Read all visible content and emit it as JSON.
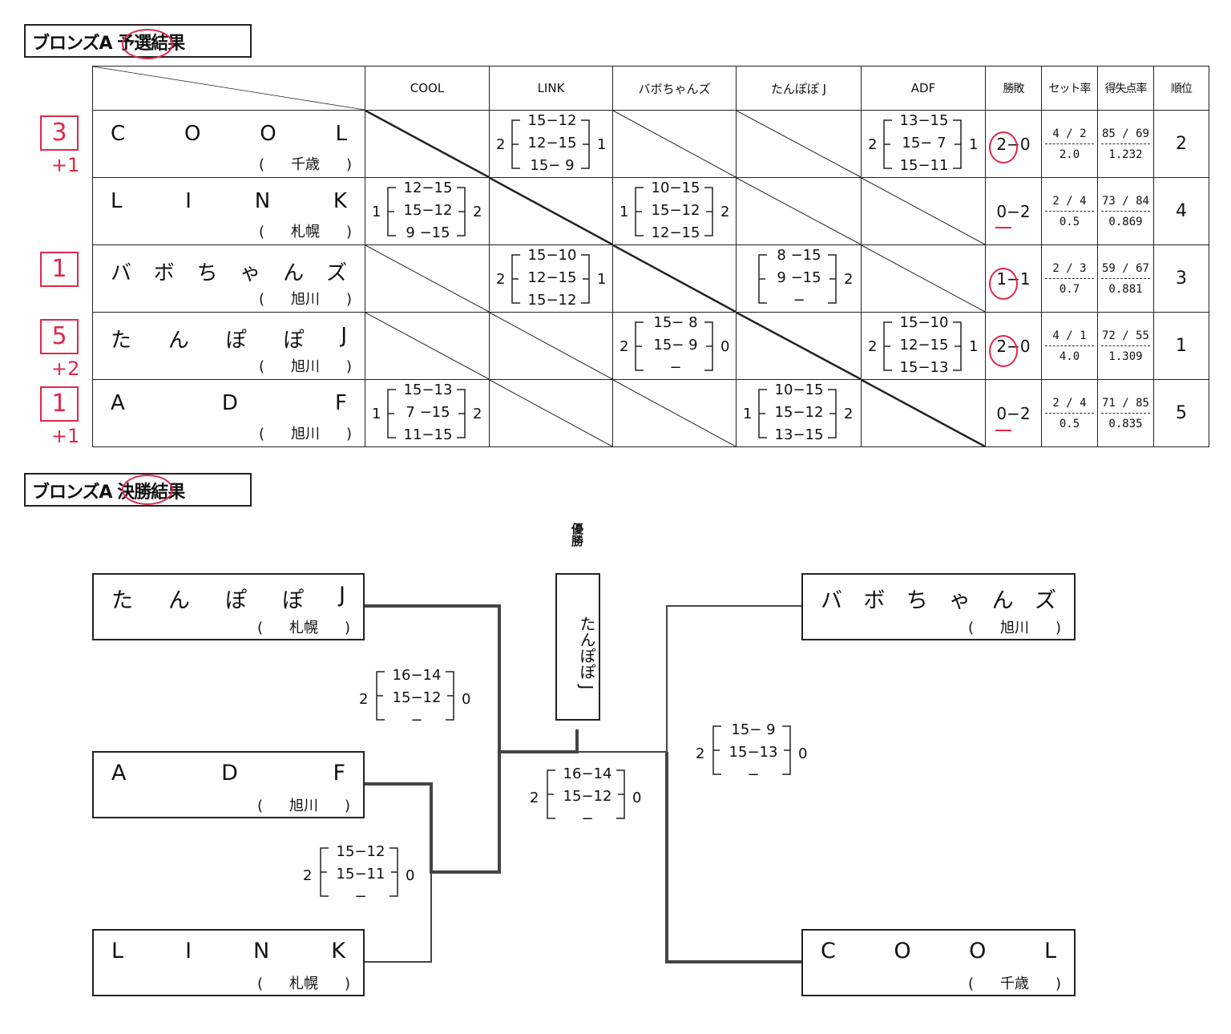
{
  "prelim_title": "ブロンズA 予選結果",
  "final_title": "ブロンズA 決勝結果",
  "headers": {
    "teams": [
      "COOL",
      "LINK",
      "バボちゃんズ",
      "たんぽぽ J",
      "ADF"
    ],
    "winloss": "勝敗",
    "set_rate": "セット率",
    "point_rate": "得失点率",
    "rank": "順位"
  },
  "rows": [
    {
      "chars": [
        "C",
        "O",
        "O",
        "L"
      ],
      "open": "(",
      "city": "千歳",
      "close": ")",
      "winloss": "2−0",
      "set_top": "4 / 2",
      "set_bot": "2.0",
      "pt_top": "85 / 69",
      "pt_bot": "1.232",
      "rank": "2",
      "mark": "3",
      "mark_note": "+1"
    },
    {
      "chars": [
        "L",
        "I",
        "N",
        "K"
      ],
      "open": "(",
      "city": "札幌",
      "close": ")",
      "winloss": "0−2",
      "set_top": "2 / 4",
      "set_bot": "0.5",
      "pt_top": "73 / 84",
      "pt_bot": "0.869",
      "rank": "4",
      "mark": "",
      "mark_note": ""
    },
    {
      "chars": [
        "バ",
        "ボ",
        "ち",
        "ゃ",
        "ん",
        "ズ"
      ],
      "open": "(",
      "city": "旭川",
      "close": ")",
      "winloss": "1−1",
      "set_top": "2 / 3",
      "set_bot": "0.7",
      "pt_top": "59 / 67",
      "pt_bot": "0.881",
      "rank": "3",
      "mark": "1",
      "mark_note": ""
    },
    {
      "chars": [
        "た",
        "ん",
        "ぽ",
        "ぽ",
        "J"
      ],
      "open": "(",
      "city": "旭川",
      "close": ")",
      "winloss": "2−0",
      "set_top": "4 / 1",
      "set_bot": "4.0",
      "pt_top": "72 / 55",
      "pt_bot": "1.309",
      "rank": "1",
      "mark": "5",
      "mark_note": "+2"
    },
    {
      "chars": [
        "A",
        "D",
        "F"
      ],
      "open": "(",
      "city": "旭川",
      "close": ")",
      "winloss": "0−2",
      "set_top": "2 / 4",
      "set_bot": "0.5",
      "pt_top": "71 / 85",
      "pt_bot": "0.835",
      "rank": "5",
      "mark": "1",
      "mark_note": "+1"
    }
  ],
  "matches": [
    {
      "r": 0,
      "c": 1,
      "left": "2",
      "right": "1",
      "sets": [
        "15−12",
        "12−15",
        "15− 9"
      ]
    },
    {
      "r": 0,
      "c": 4,
      "left": "2",
      "right": "1",
      "sets": [
        "13−15",
        "15− 7",
        "15−11"
      ]
    },
    {
      "r": 1,
      "c": 0,
      "left": "1",
      "right": "2",
      "sets": [
        "12−15",
        "15−12",
        "9 −15"
      ]
    },
    {
      "r": 1,
      "c": 2,
      "left": "1",
      "right": "2",
      "sets": [
        "10−15",
        "15−12",
        "12−15"
      ]
    },
    {
      "r": 2,
      "c": 1,
      "left": "2",
      "right": "1",
      "sets": [
        "15−10",
        "12−15",
        "15−12"
      ]
    },
    {
      "r": 2,
      "c": 3,
      "left": "",
      "right": "2",
      "sets": [
        "8 −15",
        "9 −15",
        "−"
      ]
    },
    {
      "r": 3,
      "c": 2,
      "left": "2",
      "right": "0",
      "sets": [
        "15− 8",
        "15− 9",
        "−"
      ]
    },
    {
      "r": 3,
      "c": 4,
      "left": "2",
      "right": "1",
      "sets": [
        "15−10",
        "12−15",
        "15−13"
      ]
    },
    {
      "r": 4,
      "c": 0,
      "left": "1",
      "right": "2",
      "sets": [
        "15−13",
        "7 −15",
        "11−15"
      ]
    },
    {
      "r": 4,
      "c": 3,
      "left": "1",
      "right": "2",
      "sets": [
        "10−15",
        "15−12",
        "13−15"
      ]
    }
  ],
  "bracket": {
    "teams": [
      {
        "chars": [
          "た",
          "ん",
          "ぽ",
          "ぽ",
          "J"
        ],
        "open": "(",
        "city": "札幌",
        "close": ")"
      },
      {
        "chars": [
          "A",
          "D",
          "F"
        ],
        "open": "(",
        "city": "旭川",
        "close": ")"
      },
      {
        "chars": [
          "L",
          "I",
          "N",
          "K"
        ],
        "open": "(",
        "city": "札幌",
        "close": ")"
      },
      {
        "chars": [
          "バ",
          "ボ",
          "ち",
          "ゃ",
          "ん",
          "ズ"
        ],
        "open": "(",
        "city": "旭川",
        "close": ")"
      },
      {
        "chars": [
          "C",
          "O",
          "O",
          "L"
        ],
        "open": "(",
        "city": "千歳",
        "close": ")"
      }
    ],
    "champion_label": "優勝",
    "champion": "たんぽぽ J",
    "scores": [
      {
        "left": "2",
        "right": "0",
        "sets": [
          "16−14",
          "15−12",
          "−"
        ]
      },
      {
        "left": "2",
        "right": "0",
        "sets": [
          "15−12",
          "15−11",
          "−"
        ]
      },
      {
        "left": "2",
        "right": "0",
        "sets": [
          "16−14",
          "15−12",
          "−"
        ]
      },
      {
        "left": "2",
        "right": "0",
        "sets": [
          "15− 9",
          "15−13",
          "−"
        ]
      }
    ]
  }
}
